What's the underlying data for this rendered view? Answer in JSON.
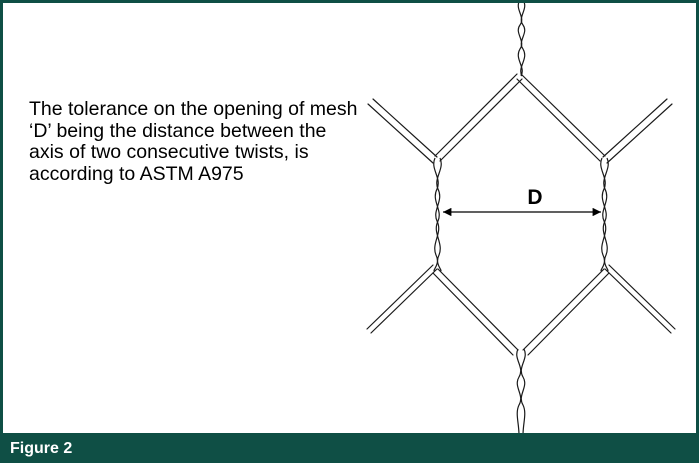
{
  "figure": {
    "description": "The tolerance on the opening of mesh ‘D’ being the distance between the axis of two consecutive twists, is according to ASTM A975",
    "dimension_label": "D",
    "caption": "Figure 2"
  },
  "colors": {
    "frame": "#0f4f45",
    "caption_text": "#ffffff",
    "wire": "#1a1a1a"
  }
}
